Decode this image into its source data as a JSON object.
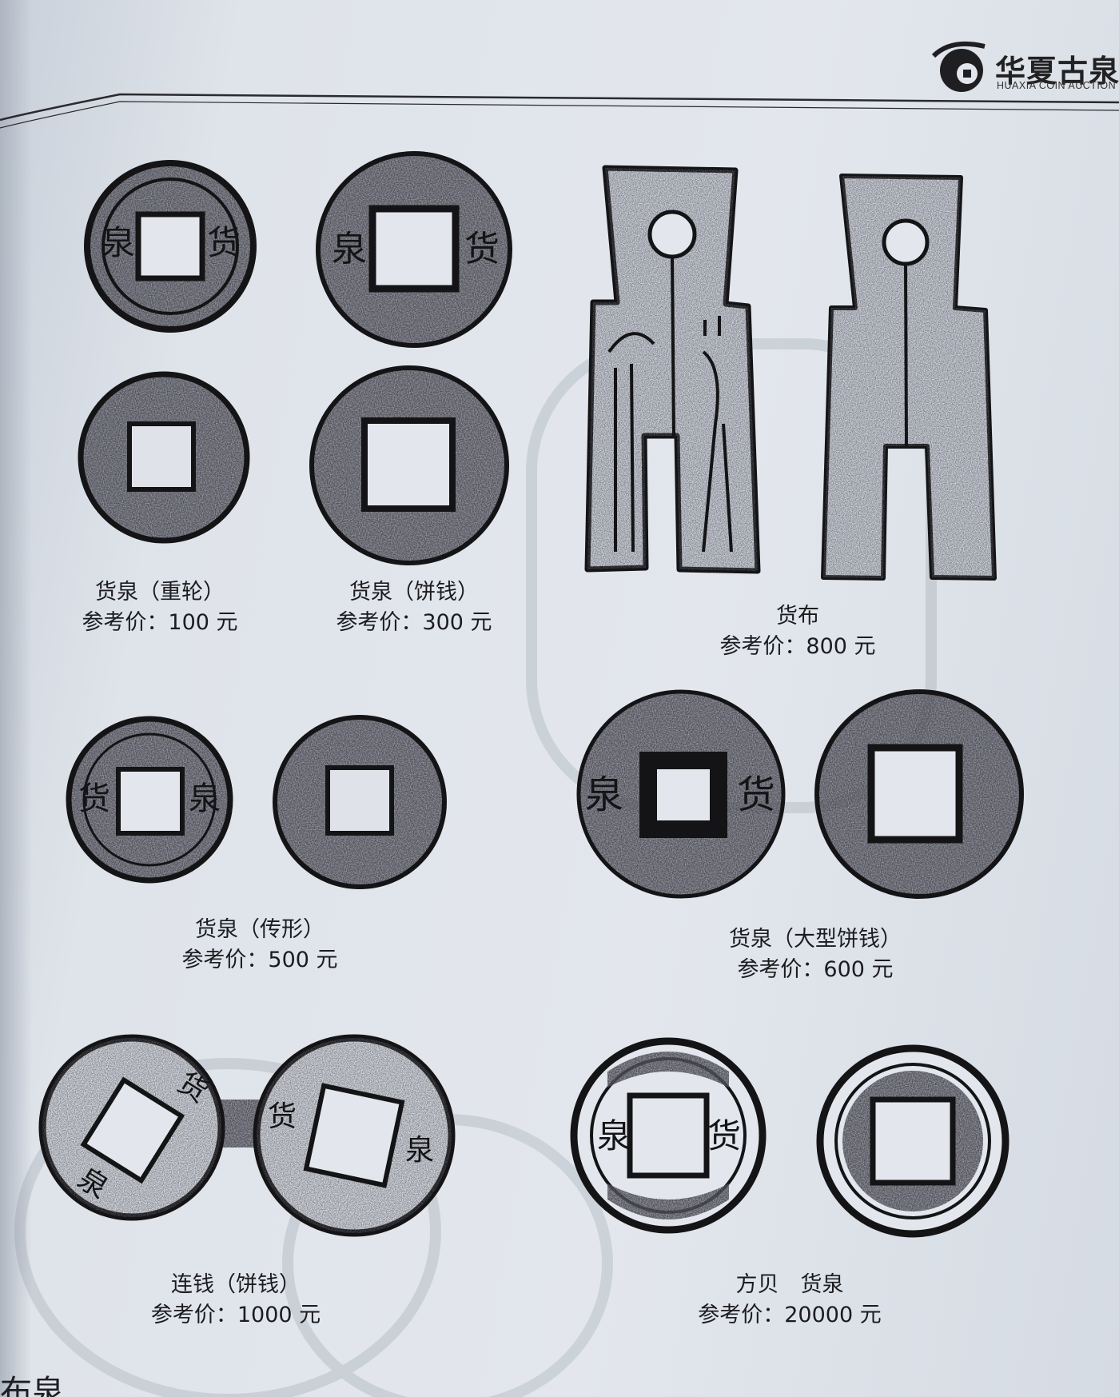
{
  "brand": {
    "name": "华夏古泉",
    "subtitle": "HUAXIA COIN AUCTION"
  },
  "items": [
    {
      "name": "货泉（重轮）",
      "price": "参考价：100 元"
    },
    {
      "name": "货泉（饼钱）",
      "price": "参考价：300 元"
    },
    {
      "name": "货布",
      "price": "参考价：800 元"
    },
    {
      "name": "货泉（传形）",
      "price": "参考价：500 元"
    },
    {
      "name": "货泉（大型饼钱）",
      "price": "参考价：600 元"
    },
    {
      "name": "连钱（饼钱）",
      "price": "参考价：1000 元"
    },
    {
      "name": "方贝　货泉",
      "price": "参考价：20000 元"
    }
  ],
  "footer": {
    "section_label": "布泉"
  },
  "colors": {
    "ink": "#1b1b1e",
    "paper": "#e2e6ec"
  }
}
